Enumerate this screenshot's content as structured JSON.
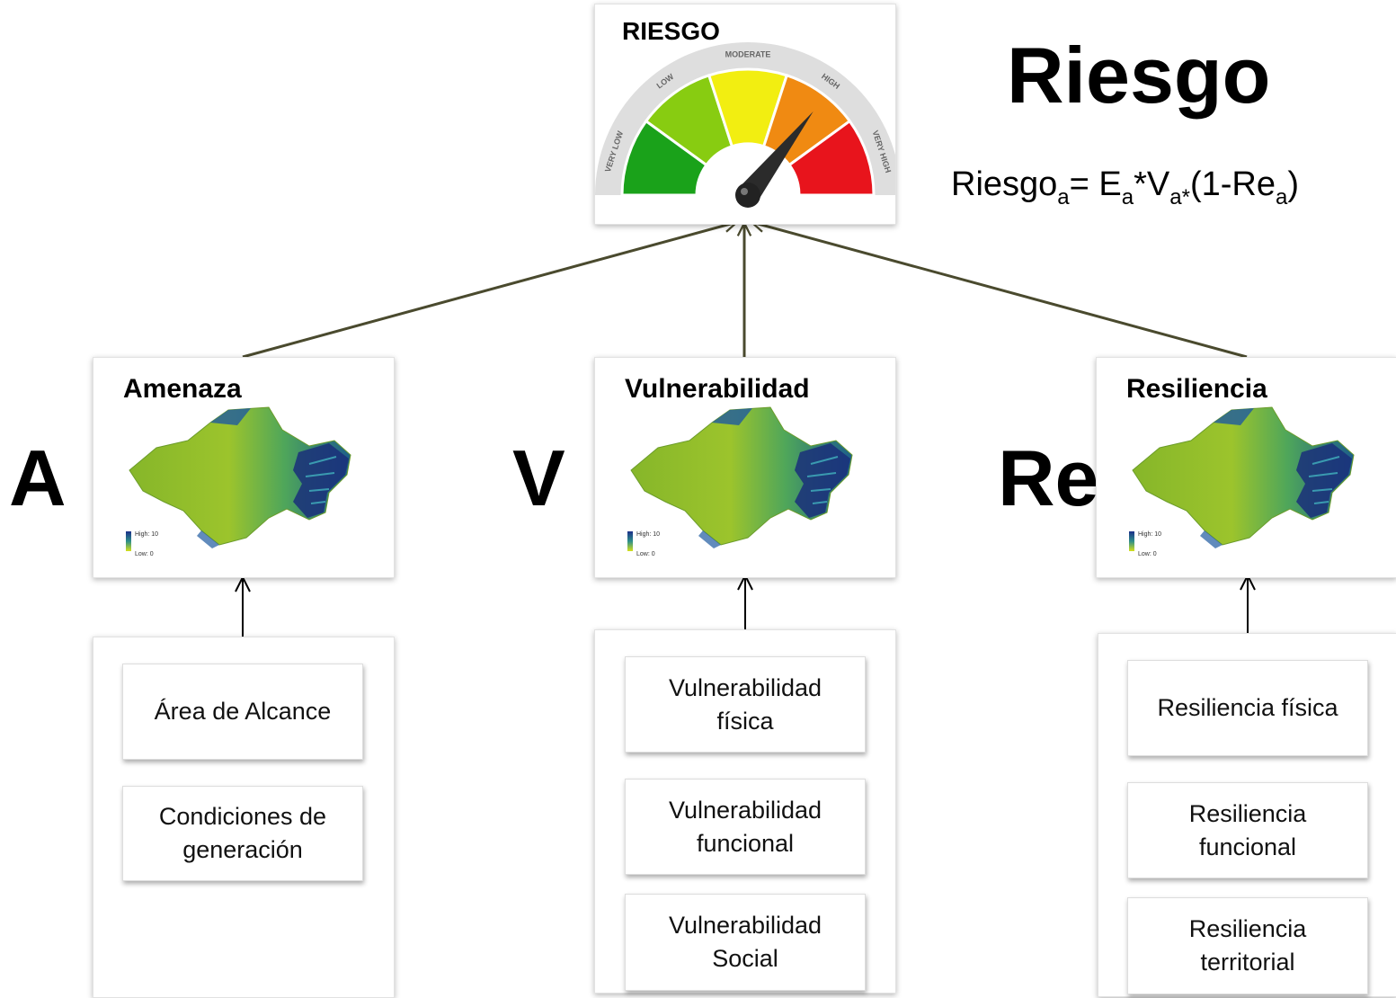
{
  "gauge": {
    "title": "RIESGO",
    "labels": [
      "VERY LOW",
      "LOW",
      "MODERATE",
      "HIGH",
      "VERY HIGH"
    ],
    "colors": [
      "#1aa21a",
      "#88cc11",
      "#f2ee11",
      "#f08a12",
      "#e8141c"
    ]
  },
  "heading": {
    "title": "Riesgo",
    "formula": {
      "lhs": "Riesgo",
      "lhs_sub": "a",
      "eq": "= E",
      "e_sub": "a",
      "mult": "*V",
      "v_sub": "a*",
      "open": "(1-Re",
      "re_sub": "a",
      "close": ")"
    }
  },
  "columns": [
    {
      "letter": "A",
      "title": "Amenaza",
      "legend_high": "High: 10",
      "legend_low": "Low: 0",
      "factors": [
        "Área de Alcance",
        "Condiciones de generación"
      ]
    },
    {
      "letter": "V",
      "title": "Vulnerabilidad",
      "legend_high": "High: 10",
      "legend_low": "Low: 0",
      "factors": [
        "Vulnerabilidad física",
        "Vulnerabilidad funcional",
        "Vulnerabilidad Social"
      ]
    },
    {
      "letter": "Re",
      "title": "Resiliencia",
      "legend_high": "High: 10",
      "legend_low": "Low: 0",
      "factors": [
        "Resiliencia física",
        "Resiliencia funcional",
        "Resiliencia territorial"
      ]
    }
  ]
}
